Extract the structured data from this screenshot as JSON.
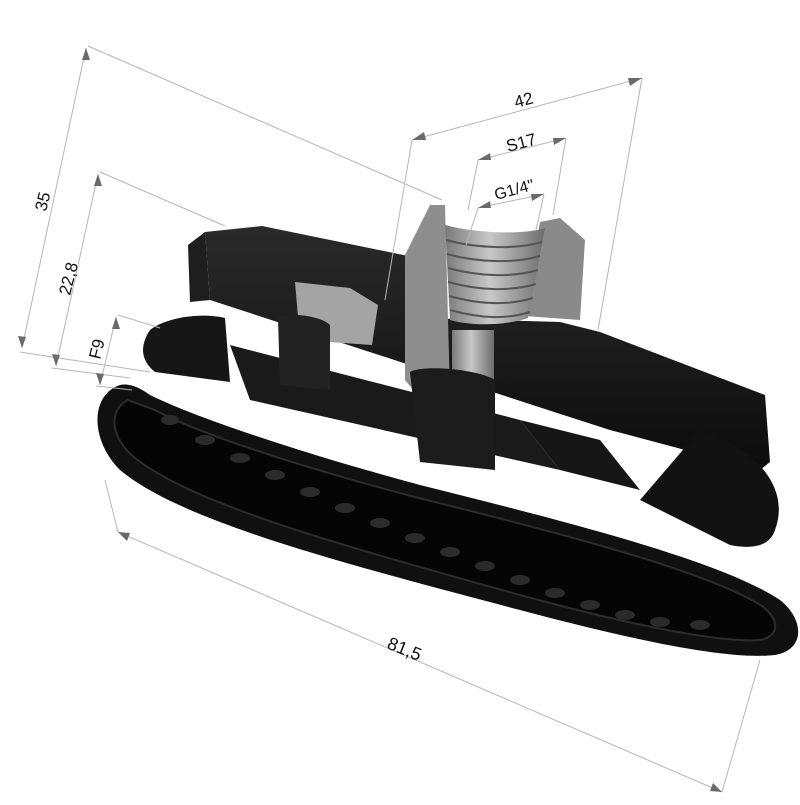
{
  "drawing": {
    "dimensions": {
      "total_height": "35",
      "body_height": "22,8",
      "foot_height": "F9",
      "fitting_width": "42",
      "wrench_size": "S17",
      "thread": "G1/4\"",
      "length": "81,5"
    }
  },
  "colors": {
    "rubber": "#141414",
    "rubber_edge": "#2c2c2c",
    "metal": "#9a9a9a",
    "dimension_line": "#b5b5b5"
  }
}
